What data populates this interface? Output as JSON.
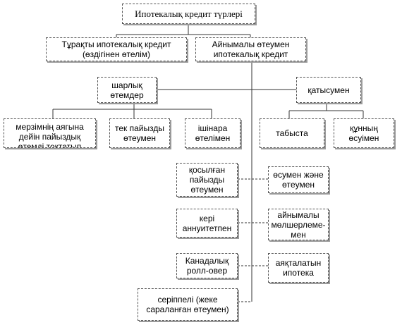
{
  "diagram": {
    "root": "Ипотекалық кредит түрлері",
    "fixed": "Тұрақты ипотекалық кредит (өздігінен өтелім)",
    "variable": "Айнымалы өтеумен ипотекалық кредит",
    "staged": "шарлық өтемдер",
    "participation": "қатысумен",
    "term_interest": "мерзімнің аягына дейін пайыздық өтемді тоқтатып тұрумен",
    "interest_only": "тек пайызды өтеумен",
    "partial": "ішінара өтелімен",
    "income": "табыста",
    "value_growth": "құнның өсуімен",
    "added_interest": "қосылған пайызды өтеумен",
    "growth_payment": "өсумен және өтеумен",
    "reverse_annuity": "кері аннуитетпен",
    "variable_amount": "айнымалы мөлшерлеме-мен",
    "canadian_rollover": "Канадалық ролл-овер",
    "balloon_mortgage": "аяқталатын ипотека",
    "flexible": "серіппелі (жеке сараланған өтеумен)"
  }
}
